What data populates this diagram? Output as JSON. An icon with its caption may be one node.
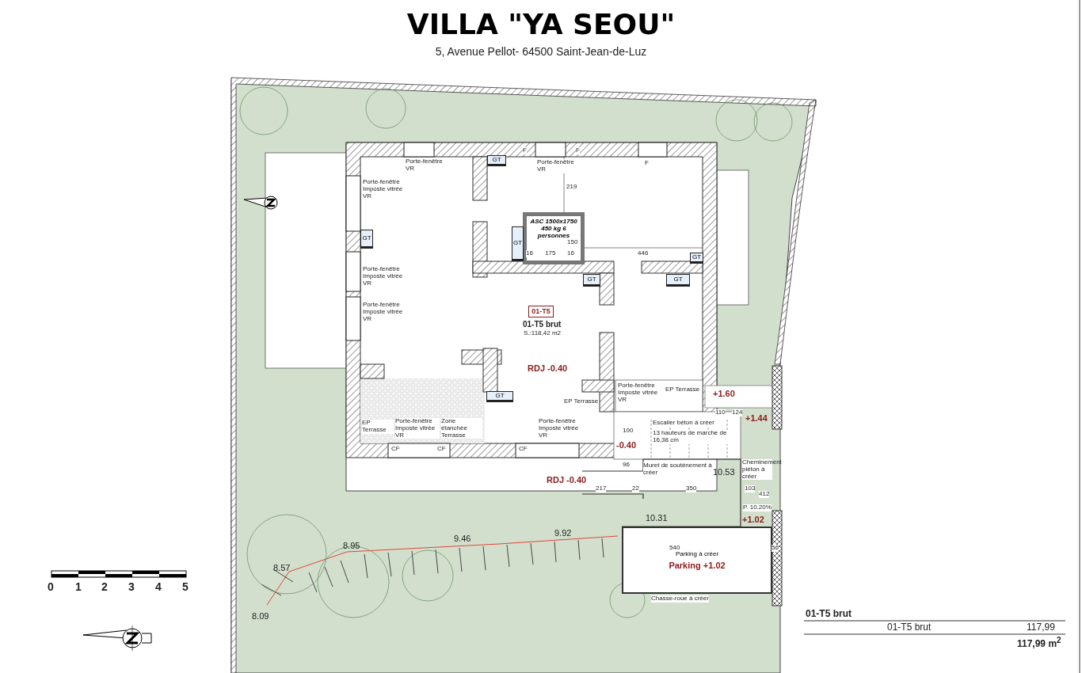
{
  "diagram": {
    "title": "VILLA \"YA SEOU\"",
    "nodes": [
      {
        "text": [
          "ASC 1500x1750 450 kg 6 personnes"
        ]
      },
      {
        "text": [
          "01-T5"
        ]
      },
      {
        "text": [
          "GT"
        ]
      },
      {
        "text": [
          "GT"
        ]
      },
      {
        "text": [
          "GT"
        ]
      },
      {
        "text": [
          "GT"
        ]
      },
      {
        "text": [
          "GT"
        ]
      },
      {
        "text": [
          "GT"
        ]
      },
      {
        "text": [
          "GT"
        ]
      },
      {
        "text": [
          "Parking à créer",
          "Parking +1.02"
        ]
      }
    ],
    "labels": [
      "5, Avenue Pellot- 64500 Saint-Jean-de-Luz",
      "Porte-fenêtre VR",
      "F",
      "Porte-fenêtre VR",
      "F",
      "F",
      "219",
      "Porte-fenêtre Imposte vitrée VR",
      "16",
      "175",
      "16",
      "446",
      "150",
      "Porte-fenêtre Imposte vitrée VR",
      "Porte-fenêtre Imposte vitrée VR",
      "01-T5 brut",
      "S.:118,42 m2",
      "RDJ -0.40",
      "Porte-fenêtre Imposte vitrée VR",
      "EP Terrasse",
      "EP Terrasse",
      "EP Terrasse",
      "Porte-fenêtre Imposte vitrée VR",
      "Zone étanchée Terrasse",
      "CF",
      "CF",
      "Porte-fenêtre Imposte vitrée VR",
      "CF",
      "+1.60",
      "110",
      "124",
      "+1.44",
      "100",
      "-0.40",
      "Escalier béton à créer",
      "13 hauteurs de marche de 16,38 cm",
      "96",
      "RDJ -0.40",
      "Muret de soutènement à créer",
      "10.53",
      "Cheminement piéton à créer",
      "412",
      "217",
      "22",
      "350",
      "103",
      "P. 10.20%",
      "10.31",
      "+1.02",
      "540",
      "56",
      "Chasse-roue à créer",
      "8.95",
      "9.46",
      "9.92",
      "8.57",
      "8.09",
      "0",
      "1",
      "2",
      "3",
      "4",
      "5",
      "01-T5 brut",
      "01-T5 brut",
      "117,99",
      "117,99 m$^{2}$"
    ]
  }
}
